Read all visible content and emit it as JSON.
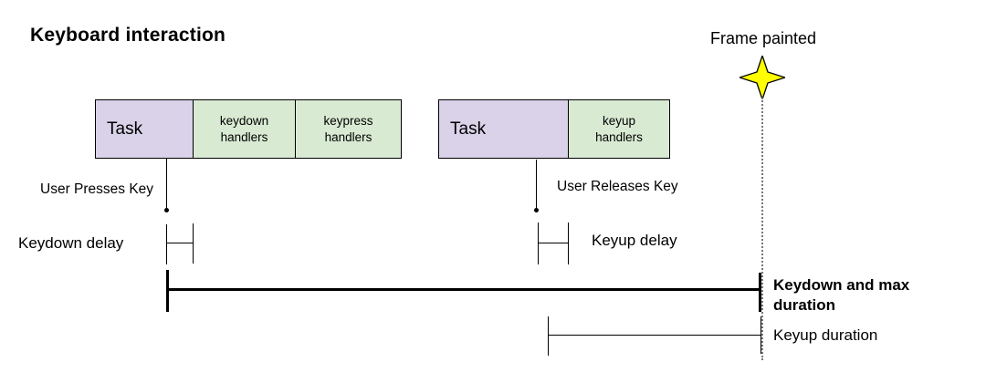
{
  "title": "Keyboard interaction",
  "frame_painted": {
    "label": "Frame painted",
    "star_icon": "four-point-star"
  },
  "bars": {
    "keydown_bar": {
      "task": "Task",
      "keydown_handlers": "keydown handlers",
      "keypress_handlers": "keypress handlers"
    },
    "keyup_bar": {
      "task": "Task",
      "keyup_handlers": "keyup handlers"
    }
  },
  "events": {
    "user_presses": "User Presses Key",
    "user_releases": "User Releases Key"
  },
  "measurements": {
    "keydown_delay": "Keydown delay",
    "keyup_delay": "Keyup delay",
    "keydown_max_duration": "Keydown and max duration",
    "keyup_duration": "Keyup duration"
  },
  "colors": {
    "task_fill": "#d9d2e9",
    "handler_fill": "#d9ead3",
    "star_fill": "#ffff00",
    "line": "#000000"
  }
}
